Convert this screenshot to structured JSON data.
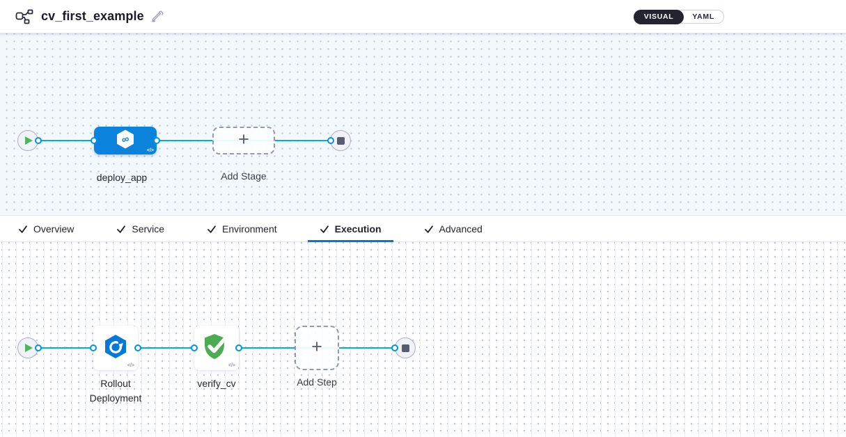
{
  "header": {
    "title": "cv_first_example",
    "pipeline_icon": "pipeline-graph-icon",
    "edit_icon": "pencil-icon",
    "view_toggle": {
      "visual_label": "VISUAL",
      "yaml_label": "YAML",
      "selected": "VISUAL"
    }
  },
  "stage_canvas": {
    "start_icon": "play-icon",
    "end_icon": "stop-icon",
    "stage": {
      "name": "deploy_app",
      "icon": "cd-hexagon-infinity-icon",
      "code_glyph": "</>"
    },
    "add_stage": {
      "label": "Add Stage",
      "icon": "plus-icon",
      "plus": "+"
    }
  },
  "tab_bar": {
    "tabs": [
      {
        "label": "Overview",
        "checked": true,
        "active": false
      },
      {
        "label": "Service",
        "checked": true,
        "active": false
      },
      {
        "label": "Environment",
        "checked": true,
        "active": false
      },
      {
        "label": "Execution",
        "checked": true,
        "active": true
      },
      {
        "label": "Advanced",
        "checked": true,
        "active": false
      }
    ]
  },
  "execution_canvas": {
    "start_icon": "play-icon",
    "end_icon": "stop-icon",
    "steps": [
      {
        "name": "Rollout Deployment",
        "icon": "rollout-deployment-icon",
        "code_glyph": "</>"
      },
      {
        "name": "verify_cv",
        "icon": "verify-shield-icon",
        "code_glyph": "</>"
      }
    ],
    "add_step": {
      "label": "Add Step",
      "icon": "plus-icon",
      "plus": "+"
    }
  },
  "colors": {
    "connector_line": "#00ade4",
    "connector_ring_border": "#0092e4",
    "stage_node_blue": "#0b83dc",
    "primary_blue": "#0278d5",
    "success_green": "#4cac52",
    "play_green": "#4cb65c",
    "toggle_dark": "#23242f",
    "canvas_top_bg": "#f3f8fd",
    "canvas_bottom_bg": "#fdfdff"
  }
}
